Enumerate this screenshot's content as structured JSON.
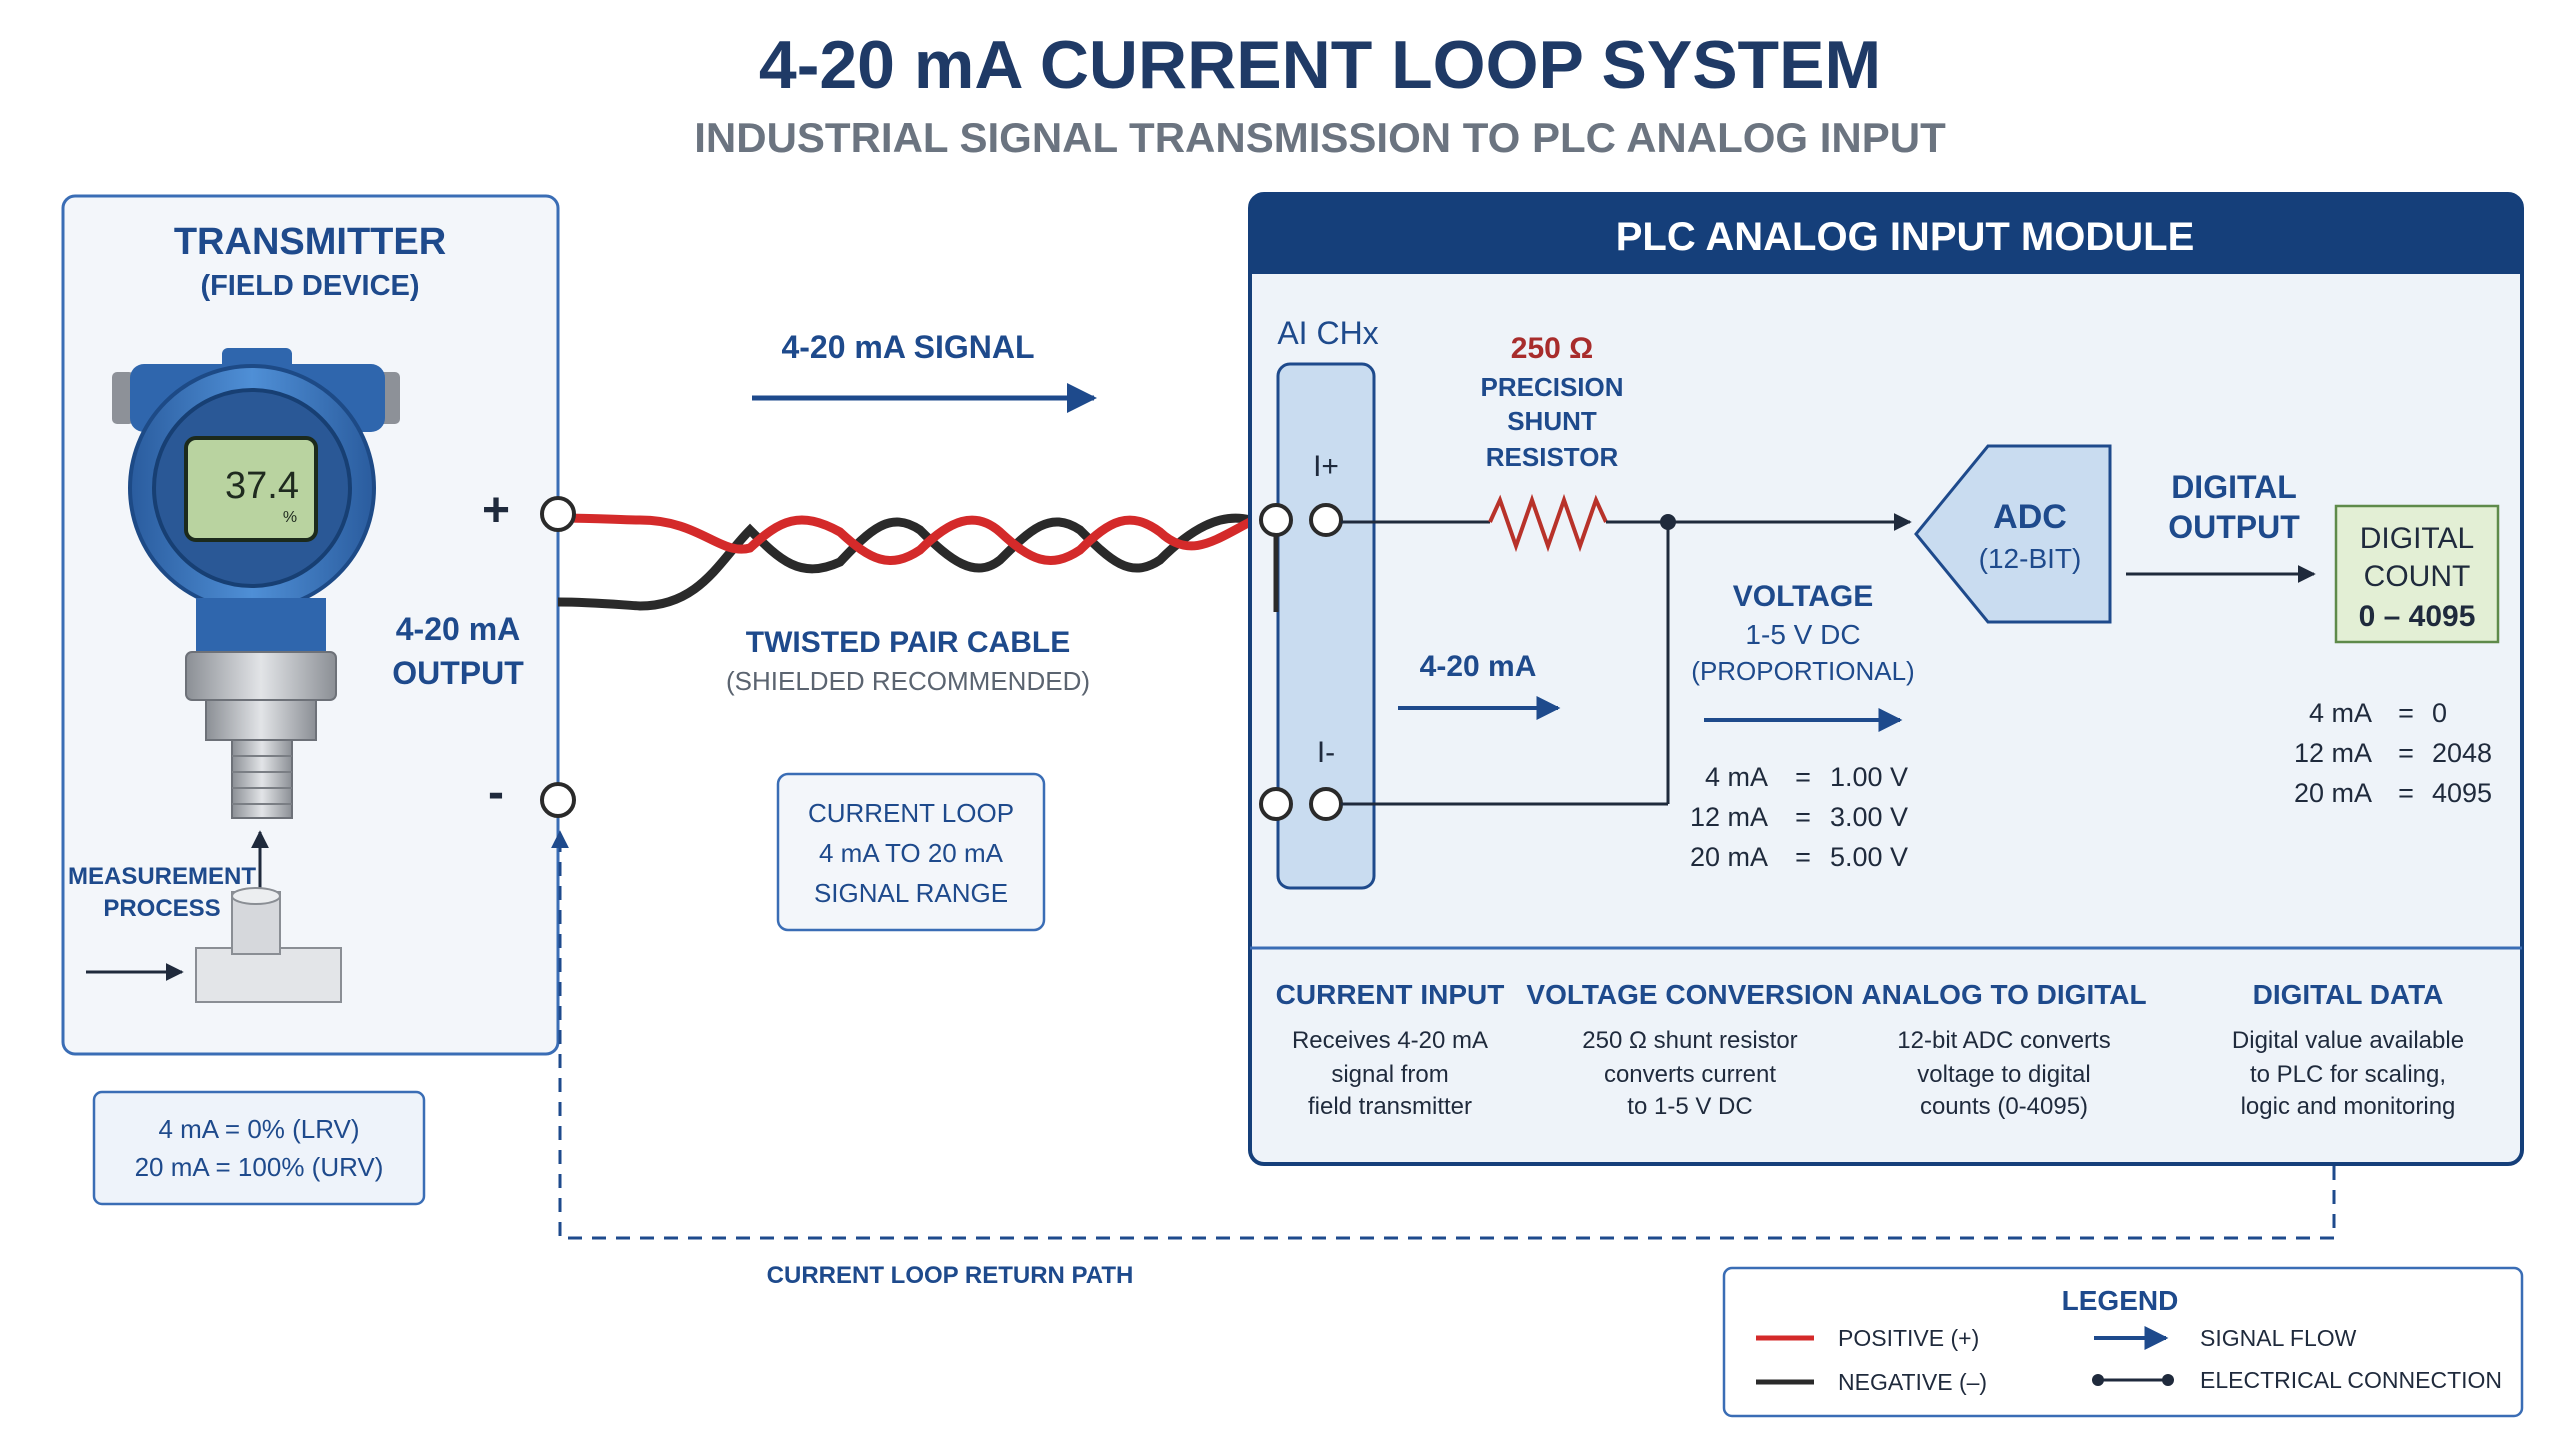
{
  "header": {
    "title": "4-20 mA CURRENT LOOP SYSTEM",
    "subtitle": "INDUSTRIAL SIGNAL TRANSMISSION TO PLC ANALOG INPUT"
  },
  "transmitter": {
    "title": "TRANSMITTER",
    "subtitle": "(FIELD DEVICE)",
    "display_value": "37.4",
    "display_unit": "%",
    "plus_label": "+",
    "minus_label": "-",
    "output_line1": "4-20 mA",
    "output_line2": "OUTPUT",
    "measurement_line1": "MEASUREMENT",
    "measurement_line2": "PROCESS",
    "range_line1": "4 mA = 0% (LRV)",
    "range_line2": "20 mA = 100% (URV)"
  },
  "signal": {
    "label": "4-20 mA SIGNAL",
    "cable_label": "TWISTED PAIR CABLE",
    "cable_note": "(SHIELDED RECOMMENDED)",
    "loop_box": [
      "CURRENT LOOP",
      "4 mA TO 20 mA",
      "SIGNAL RANGE"
    ],
    "return_path": "CURRENT LOOP RETURN PATH"
  },
  "plc": {
    "title": "PLC ANALOG INPUT MODULE",
    "channel": "AI CHx",
    "terminal_plus": "I+",
    "terminal_minus": "I-",
    "resistor": [
      "250 Ω",
      "PRECISION",
      "SHUNT",
      "RESISTOR"
    ],
    "current_label": "4-20 mA",
    "voltage": [
      "VOLTAGE",
      "1-5 V DC",
      "(PROPORTIONAL)"
    ],
    "voltage_table": [
      {
        "ma": "4 mA",
        "eq": "=",
        "val": "1.00 V"
      },
      {
        "ma": "12 mA",
        "eq": "=",
        "val": "3.00 V"
      },
      {
        "ma": "20 mA",
        "eq": "=",
        "val": "5.00 V"
      }
    ],
    "adc": [
      "ADC",
      "(12-BIT)"
    ],
    "digital_output": [
      "DIGITAL",
      "OUTPUT"
    ],
    "digital_count": [
      "DIGITAL",
      "COUNT",
      "0 – 4095"
    ],
    "count_table": [
      {
        "ma": "4 mA",
        "eq": "=",
        "val": "0"
      },
      {
        "ma": "12 mA",
        "eq": "=",
        "val": "2048"
      },
      {
        "ma": "20 mA",
        "eq": "=",
        "val": "4095"
      }
    ],
    "info": [
      {
        "title": "CURRENT INPUT",
        "lines": [
          "Receives 4-20 mA",
          "signal from",
          "field transmitter"
        ]
      },
      {
        "title": "VOLTAGE CONVERSION",
        "lines": [
          "250 Ω shunt resistor",
          "converts current",
          "to 1-5 V DC"
        ]
      },
      {
        "title": "ANALOG TO DIGITAL",
        "lines": [
          "12-bit ADC converts",
          "voltage to digital",
          "counts (0-4095)"
        ]
      },
      {
        "title": "DIGITAL DATA",
        "lines": [
          "Digital value available",
          "to PLC for scaling,",
          "logic and monitoring"
        ]
      }
    ]
  },
  "legend": {
    "title": "LEGEND",
    "positive": "POSITIVE (+)",
    "negative": "NEGATIVE (–)",
    "signal_flow": "SIGNAL FLOW",
    "electrical": "ELECTRICAL CONNECTION"
  },
  "colors": {
    "navy": "#1e4a8c",
    "header_blue": "#153f7a",
    "positive_red": "#d42a2a",
    "negative_black": "#2a2a2a",
    "device_blue": "#3b78c4",
    "lcd_green": "#b9d3a0",
    "count_green": "#e3efd5"
  }
}
